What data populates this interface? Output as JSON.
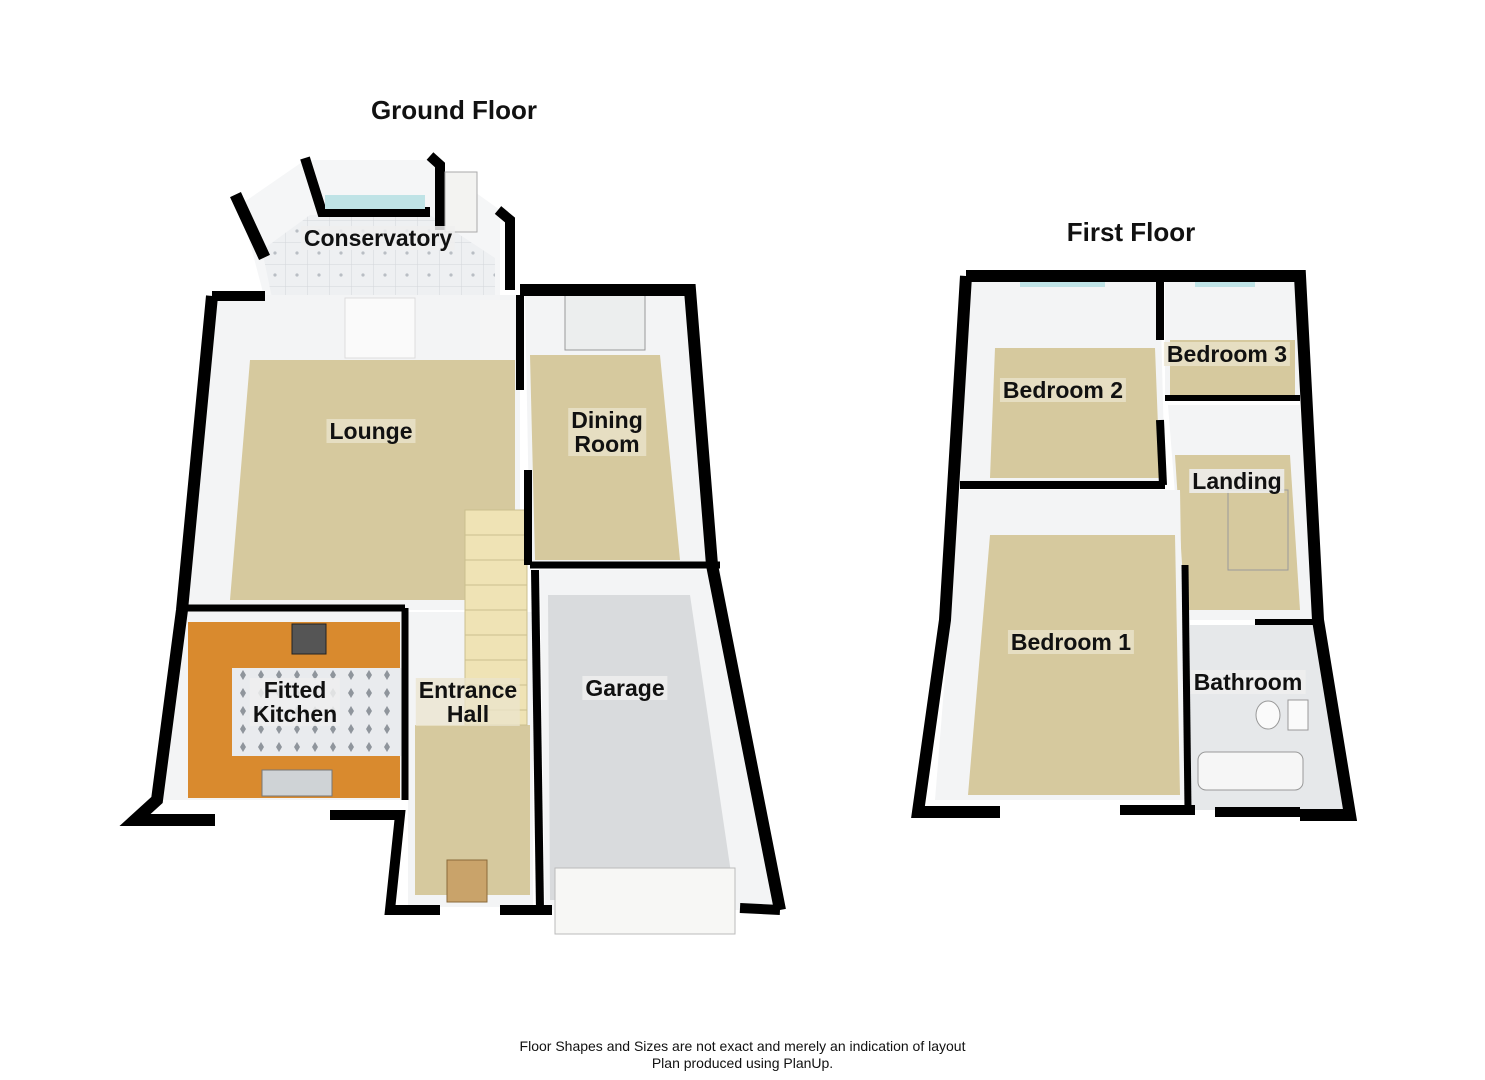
{
  "floors": {
    "ground": {
      "title": "Ground Floor",
      "rooms": {
        "conservatory": "Conservatory",
        "lounge": "Lounge",
        "dining": "Dining\nRoom",
        "kitchen": "Fitted\nKitchen",
        "hall": "Entrance\nHall",
        "garage": "Garage"
      }
    },
    "first": {
      "title": "First Floor",
      "rooms": {
        "bedroom1": "Bedroom 1",
        "bedroom2": "Bedroom 2",
        "bedroom3": "Bedroom 3",
        "landing": "Landing",
        "bathroom": "Bathroom"
      }
    }
  },
  "footer": {
    "line1": "Floor Shapes and Sizes are not exact and merely an indication of layout",
    "line2": "Plan produced using PlanUp."
  },
  "colors": {
    "wall": "#000000",
    "carpet": "#d6c99e",
    "tile_floor": "#eef0f2",
    "worktop": "#d98a2e",
    "garage_floor": "#d9dbdd",
    "wall_face": "#f4f5f6",
    "window_glass": "#bfe3e6"
  }
}
